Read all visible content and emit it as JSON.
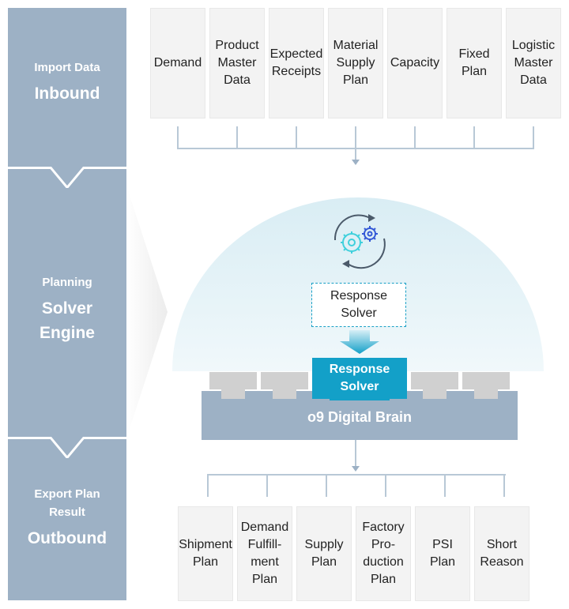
{
  "stages": [
    {
      "sub": "Import Data",
      "main": "Inbound"
    },
    {
      "sub": "Planning",
      "main_line1": "Solver",
      "main_line2": "Engine"
    },
    {
      "sub_line1": "Export Plan",
      "sub_line2": "Result",
      "main": "Outbound"
    }
  ],
  "inbound_items": [
    [
      "Demand"
    ],
    [
      "Product",
      "Master",
      "Data"
    ],
    [
      "Expected",
      "Receipts"
    ],
    [
      "Material",
      "Supply",
      "Plan"
    ],
    [
      "Capacity"
    ],
    [
      "Fixed",
      "Plan"
    ],
    [
      "Logistic",
      "Master",
      "Data"
    ]
  ],
  "solver": {
    "icon": "gears-refresh-icon",
    "dashed_label_1": "Response",
    "dashed_label_2": "Solver",
    "active_label_1": "Response",
    "active_label_2": "Solver",
    "platform_label": "o9 Digital Brain"
  },
  "outbound_items": [
    [
      "Shipment",
      "Plan"
    ],
    [
      "Demand",
      "Fulfill-",
      "ment",
      "Plan"
    ],
    [
      "Supply",
      "Plan"
    ],
    [
      "Factory",
      "Pro-",
      "duction",
      "Plan"
    ],
    [
      "PSI",
      "Plan"
    ],
    [
      "Short",
      "Reason"
    ]
  ],
  "colors": {
    "stage": "#9db1c5",
    "accent": "#13a0c8",
    "box": "#f3f3f3",
    "connector": "#b8c8d6"
  }
}
